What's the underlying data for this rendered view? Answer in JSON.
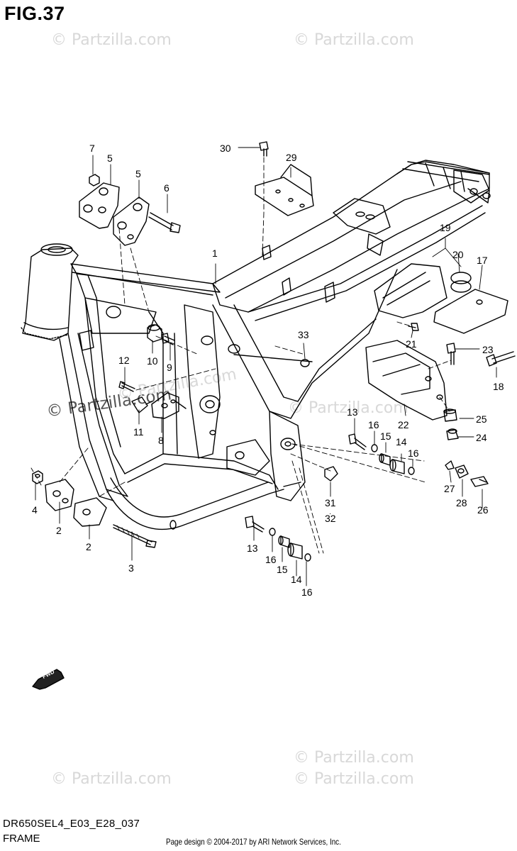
{
  "figure": {
    "title": "FIG.37",
    "model_code": "DR650SEL4_E03_E28_037",
    "section_name": "FRAME",
    "credit": "Page design © 2004-2017 by ARI Network Services, Inc."
  },
  "watermarks": [
    "© Partzilla.com",
    "© Partzilla.com",
    "© Partzilla.com",
    "© Partzilla.com",
    "© Partzilla.com",
    "© Partzilla.com",
    "© Partzilla.com",
    "© Partzilla.com"
  ],
  "fwd_label": "FWD",
  "callouts": {
    "c1": "1",
    "c2a": "2",
    "c2b": "2",
    "c3": "3",
    "c4": "4",
    "c5a": "5",
    "c5b": "5",
    "c6": "6",
    "c7": "7",
    "c8": "8",
    "c9": "9",
    "c10": "10",
    "c11": "11",
    "c12": "12",
    "c13a": "13",
    "c13b": "13",
    "c14a": "14",
    "c14b": "14",
    "c15a": "15",
    "c15b": "15",
    "c16a": "16",
    "c16b": "16",
    "c16c": "16",
    "c16d": "16",
    "c17": "17",
    "c18": "18",
    "c19": "19",
    "c20": "20",
    "c21": "21",
    "c22": "22",
    "c23": "23",
    "c24": "24",
    "c25": "25",
    "c26": "26",
    "c27": "27",
    "c28": "28",
    "c29": "29",
    "c30": "30",
    "c31": "31",
    "c32": "32",
    "c33": "33"
  }
}
